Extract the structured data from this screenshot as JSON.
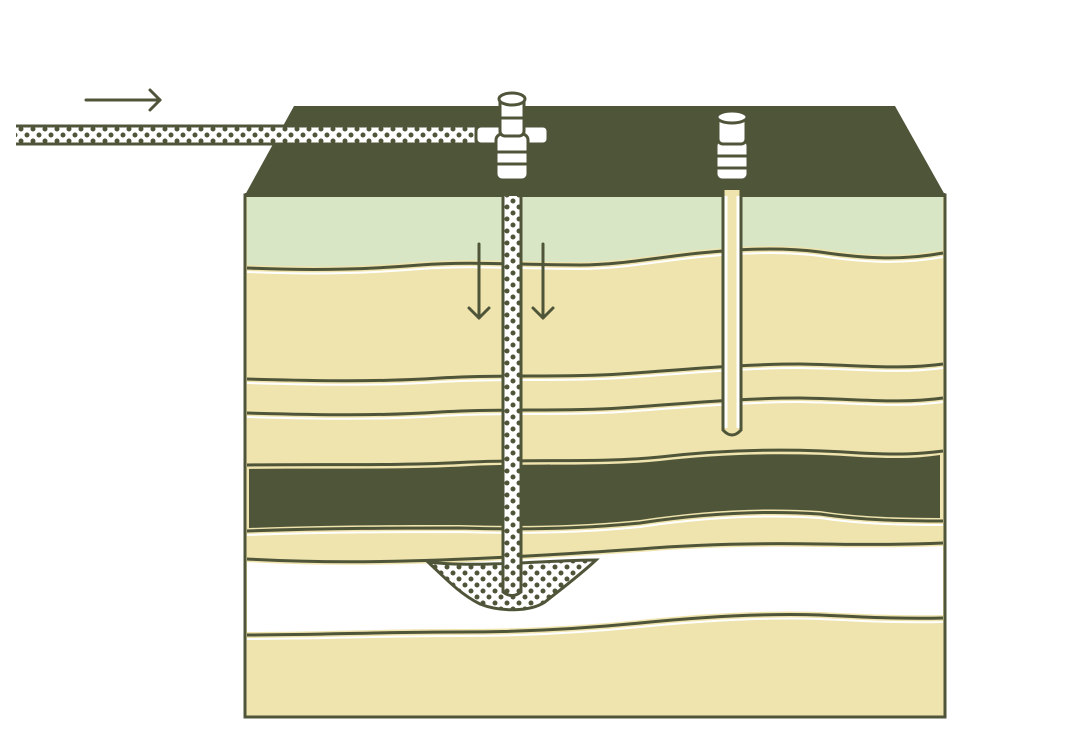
{
  "diagram": {
    "kind": "cross-section of ground strata with injection well and observation well",
    "flow_direction": "right",
    "colors": {
      "dark": "#4f5539",
      "topsoil": "#d8e6c6",
      "sand": "#efe3ae",
      "white": "#ffffff"
    },
    "layers": [
      {
        "name": "topsoil",
        "fill": "topsoil"
      },
      {
        "name": "sand-1",
        "fill": "sand"
      },
      {
        "name": "sand-2",
        "fill": "sand"
      },
      {
        "name": "sand-3",
        "fill": "sand"
      },
      {
        "name": "dark-seam",
        "fill": "dark"
      },
      {
        "name": "sand-4",
        "fill": "sand"
      },
      {
        "name": "white-zone",
        "fill": "white"
      },
      {
        "name": "sand-bottom",
        "fill": "sand"
      }
    ],
    "icons": [
      "arrow-right-icon",
      "arrow-down-icon",
      "wellhead-icon"
    ]
  }
}
